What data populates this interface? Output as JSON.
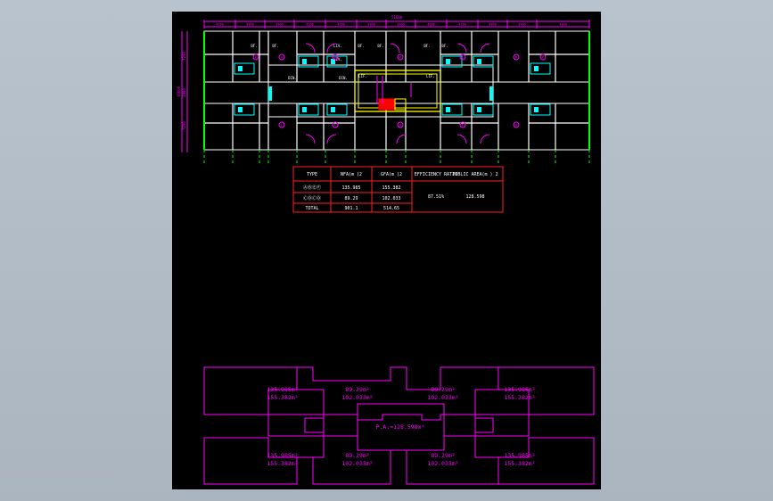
{
  "colors": {
    "background": "#000000",
    "walls": "#ffffff",
    "magenta": "#ff00ff",
    "table_red": "#ff2020",
    "cyan": "#00ffff",
    "yellow": "#ffff00",
    "green": "#00ff00",
    "red_fill": "#ff0000"
  },
  "plan": {
    "overall_dim": "51600",
    "top_dims": [
      "4200",
      "3900",
      "3900",
      "4200",
      "4200",
      "3900",
      "3900",
      "4200",
      "4200",
      "3900",
      "3900",
      "4200"
    ],
    "left_dims": [
      "7200",
      "2400",
      "7200"
    ],
    "left_total": "16800",
    "room_labels": [
      "BF.",
      "BF.",
      "LIV.",
      "BF.",
      "BF.",
      "LIV.",
      "BF.",
      "BF.",
      "DIN.",
      "DIN.",
      "LIF.",
      "LIF."
    ],
    "unit_tags": [
      "A",
      "B",
      "C",
      "D",
      "E",
      "F",
      "A",
      "B",
      "C",
      "D",
      "E",
      "F"
    ]
  },
  "area_table": {
    "headers": [
      "TYPE",
      "NFA(m )2",
      "GFA(m )2",
      "EFFICIENCY RATIO",
      "PUBLIC AREA(m ) 2"
    ],
    "rows": [
      {
        "type": "ⒶⒷⒺⒻ",
        "nfa": "135.985",
        "gfa": "155.382"
      },
      {
        "type": "ⒸⒹⒸⒹ",
        "nfa": "89.29",
        "gfa": "102.033"
      },
      {
        "type": "TOTAL",
        "nfa": "901.1",
        "gfa": "514.65"
      }
    ],
    "efficiency": "87.51%",
    "public_area": "128.598"
  },
  "area_diagram": {
    "labels": [
      [
        "135.985m²",
        "155.382m²"
      ],
      [
        "89.29m²",
        "102.033m²"
      ],
      [
        "89.29m²",
        "102.033m²"
      ],
      [
        "135.985m²",
        "155.382m²"
      ],
      [
        "135.985m²",
        "155.382m²"
      ],
      [
        "89.29m²",
        "102.033m²"
      ],
      [
        "89.29m²",
        "102.033m²"
      ],
      [
        "135.985m²",
        "155.382m²"
      ]
    ],
    "public_area_label": "P.A.=128.598m²"
  }
}
